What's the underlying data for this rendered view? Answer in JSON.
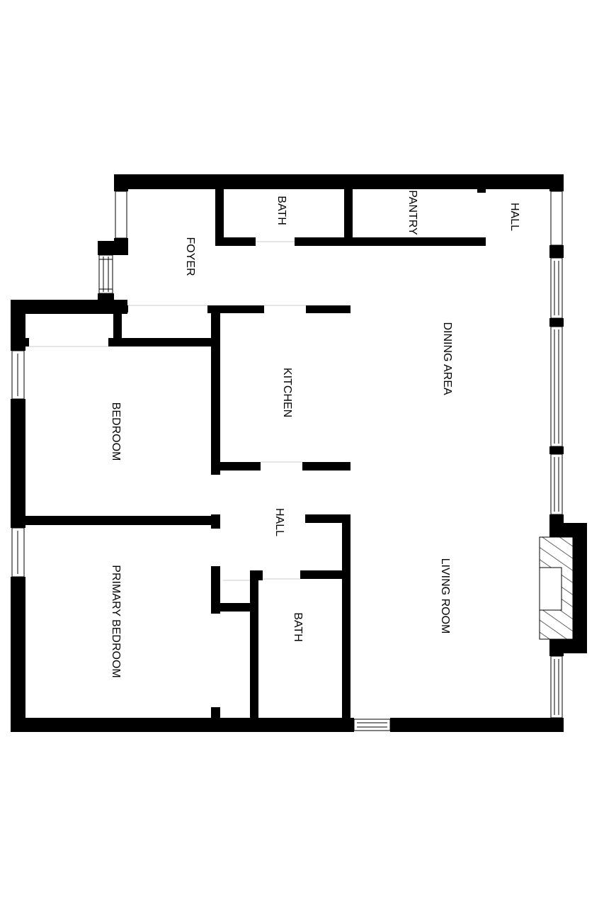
{
  "rooms": {
    "foyer": "FOYER",
    "bath_top": "BATH",
    "pantry": "PANTRY",
    "hall_top": "HALL",
    "dining_area": "DINING AREA",
    "kitchen": "KITCHEN",
    "bedroom": "BEDROOM",
    "hall_mid": "HALL",
    "primary_bedroom": "PRIMARY BEDROOM",
    "bath_bottom": "BATH",
    "living_room": "LIVING ROOM"
  },
  "colors": {
    "wall": "#000000",
    "background": "#ffffff"
  }
}
